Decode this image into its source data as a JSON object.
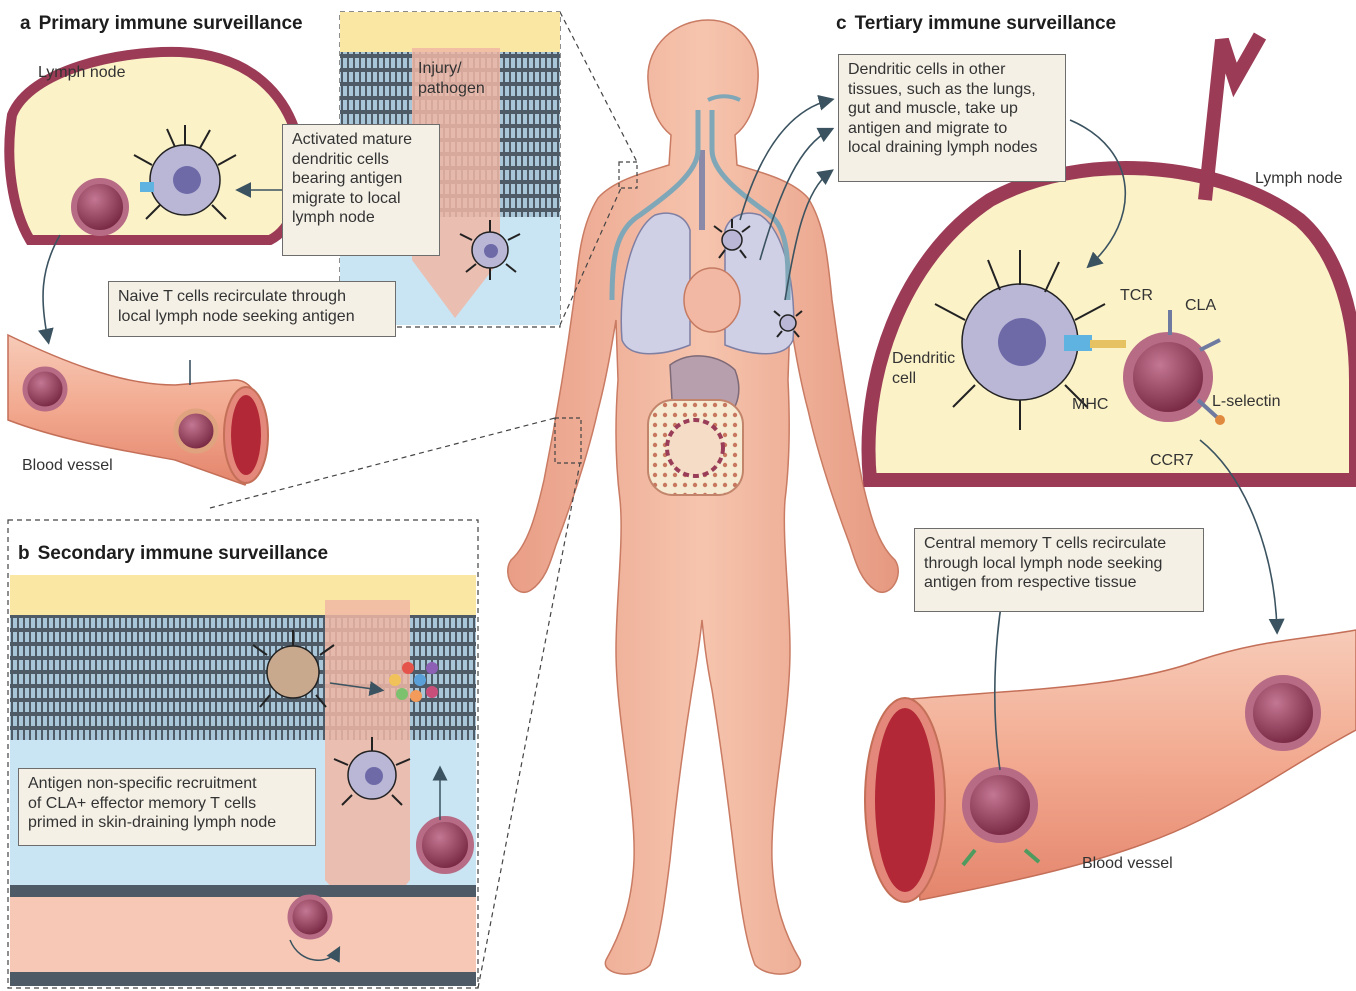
{
  "panels": {
    "a": {
      "letter": "a",
      "title": "Primary immune surveillance"
    },
    "b": {
      "letter": "b",
      "title": "Secondary immune surveillance"
    },
    "c": {
      "letter": "c",
      "title": "Tertiary immune surveillance"
    }
  },
  "labels": {
    "lymph_node_a": "Lymph node",
    "injury_line1": "Injury/",
    "injury_line2": "pathogen",
    "blood_vessel_a": "Blood vessel",
    "lymph_node_c": "Lymph node",
    "tcr": "TCR",
    "cla": "CLA",
    "dendritic_line1": "Dendritic",
    "dendritic_line2": "cell",
    "mhc": "MHC",
    "l_selectin": "L-selectin",
    "ccr7": "CCR7",
    "blood_vessel_c": "Blood vessel"
  },
  "callouts": {
    "activated": [
      "Activated mature",
      "dendritic cells",
      "bearing antigen",
      "migrate to local",
      "lymph node"
    ],
    "naive": [
      "Naive T cells recirculate through",
      "local lymph node seeking antigen"
    ],
    "recruitment": [
      "Antigen non-specific recruitment",
      "of CLA+ effector memory T cells",
      "primed in skin-draining lymph node"
    ],
    "other_tissues": [
      "Dendritic cells in other",
      "tissues, such as the lungs,",
      "gut and muscle, take up",
      "antigen and migrate to",
      "local draining lymph nodes"
    ],
    "central_memory": [
      "Central memory T cells recirculate",
      "through local lymph node seeking",
      "antigen from respective tissue"
    ]
  },
  "colors": {
    "skin": "#f2b9a0",
    "vessel": "#d9604f",
    "lymph_fill": "#fbf2c8",
    "lymph_border": "#9b3b56",
    "tissue_blue": "#c9e4f2",
    "dendritic": "#b9b6d6",
    "tcell": "#8e2f4d"
  }
}
